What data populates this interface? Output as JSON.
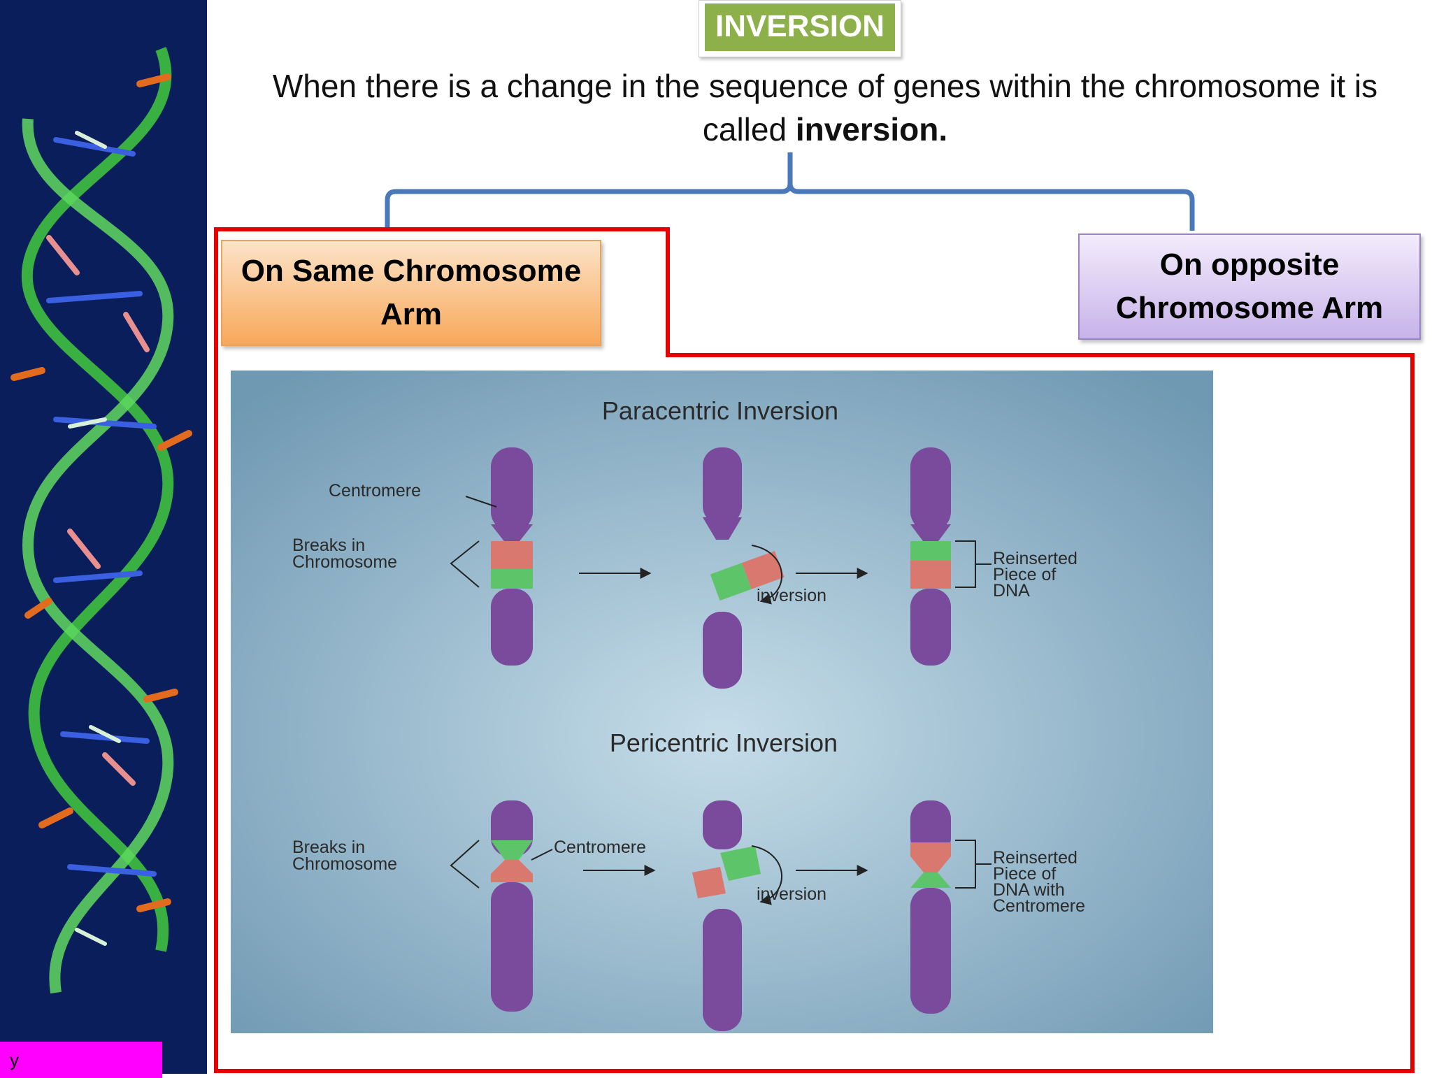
{
  "slide": {
    "title": "INVERSION",
    "definition_text": "When there is a change in the sequence of genes within the chromosome it is called ",
    "definition_bold": "inversion.",
    "footer_tag": "y"
  },
  "branches": {
    "left": "On Same Chromosome Arm",
    "right": "On opposite Chromosome Arm"
  },
  "figure": {
    "paracentric": {
      "title": "Paracentric Inversion",
      "centromere_label": "Centromere",
      "breaks_label_1": "Breaks in",
      "breaks_label_2": "Chromosome",
      "inversion_label": "inversion",
      "reinserted_1": "Reinserted",
      "reinserted_2": "Piece of",
      "reinserted_3": "DNA"
    },
    "pericentric": {
      "title": "Pericentric Inversion",
      "centromere_label": "Centromere",
      "breaks_label_1": "Breaks in",
      "breaks_label_2": "Chromosome",
      "inversion_label": "inversion",
      "reinserted_1": "Reinserted",
      "reinserted_2": "Piece of",
      "reinserted_3": "DNA with",
      "reinserted_4": "Centromere"
    }
  },
  "colors": {
    "sidebar": "#0a1e5c",
    "title_badge": "#8db04a",
    "highlight_border": "#e60000",
    "bracket": "#4a78b8",
    "chromosome": "#7a4a9c",
    "segment_red": "#d9786f",
    "segment_green": "#5ec46a",
    "tag": "#ff00ff"
  }
}
